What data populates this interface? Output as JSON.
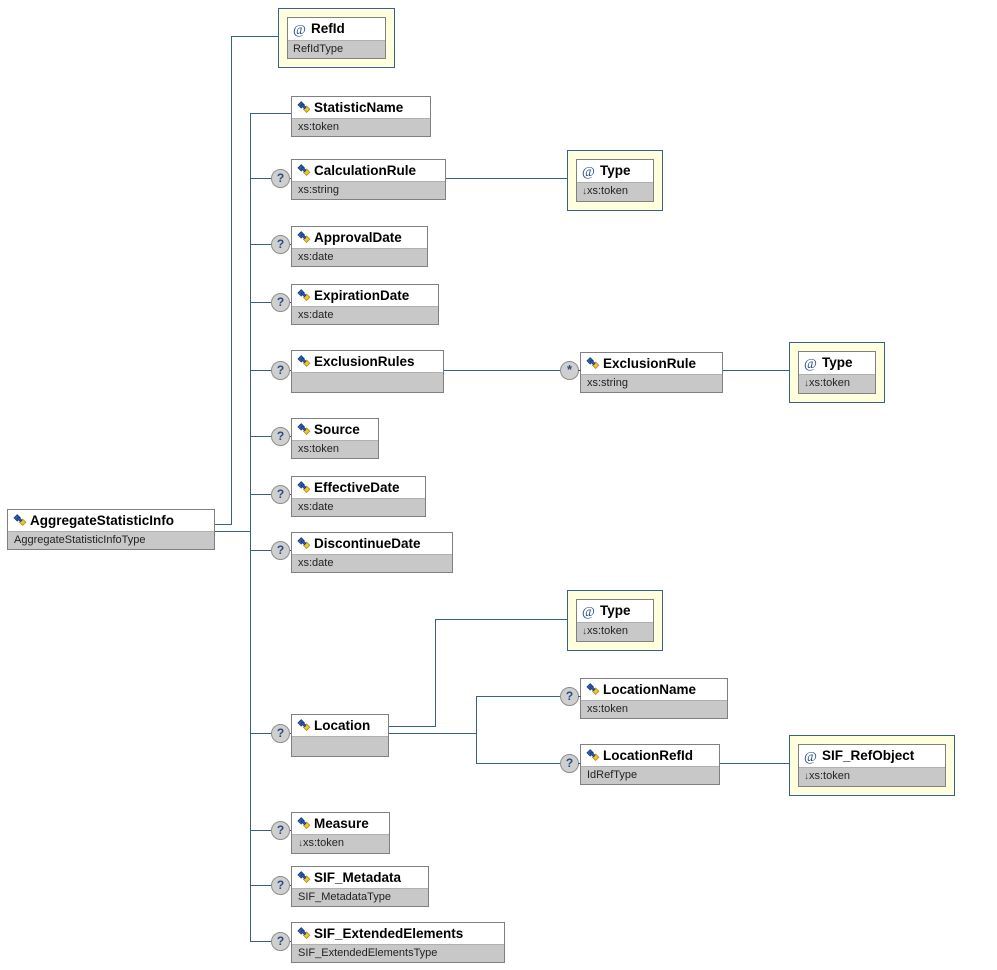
{
  "diagram": {
    "title": "AggregateStatisticInfo",
    "colors": {
      "line": "#36618c",
      "attribute_frame": "#36618c",
      "attribute_fill": "#ffffdd",
      "type_bar": "#c8c8c8",
      "box_border": "#808080",
      "badge_fill": "#cfcfcf",
      "icon_blue": "#1f4e9c",
      "icon_yellow": "#f2c438"
    },
    "badges": {
      "optional": "?",
      "repeating": "*"
    },
    "icons": {
      "element": "element-icon",
      "attribute": "at-icon",
      "derived": "down-arrow-icon"
    }
  },
  "root": {
    "name": "AggregateStatisticInfo",
    "type": "AggregateStatisticInfoType",
    "kind": "element"
  },
  "attributes": [
    {
      "name": "RefId",
      "type": "RefIdType",
      "kind": "attribute",
      "derived": false,
      "occurrence": ""
    }
  ],
  "children": [
    {
      "name": "StatisticName",
      "type": "xs:token",
      "kind": "element",
      "derived": false,
      "occurrence": ""
    },
    {
      "name": "CalculationRule",
      "type": "xs:string",
      "kind": "element",
      "derived": false,
      "occurrence": "?"
    },
    {
      "name": "ApprovalDate",
      "type": "xs:date",
      "kind": "element",
      "derived": false,
      "occurrence": "?"
    },
    {
      "name": "ExpirationDate",
      "type": "xs:date",
      "kind": "element",
      "derived": false,
      "occurrence": "?"
    },
    {
      "name": "ExclusionRules",
      "type": "",
      "kind": "element",
      "derived": false,
      "occurrence": "?"
    },
    {
      "name": "Source",
      "type": "xs:token",
      "kind": "element",
      "derived": false,
      "occurrence": "?"
    },
    {
      "name": "EffectiveDate",
      "type": "xs:date",
      "kind": "element",
      "derived": false,
      "occurrence": "?"
    },
    {
      "name": "DiscontinueDate",
      "type": "xs:date",
      "kind": "element",
      "derived": false,
      "occurrence": "?"
    },
    {
      "name": "Location",
      "type": "",
      "kind": "element",
      "derived": false,
      "occurrence": "?"
    },
    {
      "name": "Measure",
      "type": "xs:token",
      "kind": "element",
      "derived": true,
      "occurrence": "?"
    },
    {
      "name": "SIF_Metadata",
      "type": "SIF_MetadataType",
      "kind": "element",
      "derived": false,
      "occurrence": "?"
    },
    {
      "name": "SIF_ExtendedElements",
      "type": "SIF_ExtendedElementsType",
      "kind": "element",
      "derived": false,
      "occurrence": "?"
    }
  ],
  "calculation_rule_attrs": [
    {
      "name": "Type",
      "type": "xs:token",
      "kind": "attribute",
      "derived": true,
      "occurrence": ""
    }
  ],
  "exclusion_rules_children": [
    {
      "name": "ExclusionRule",
      "type": "xs:string",
      "kind": "element",
      "derived": false,
      "occurrence": "*"
    }
  ],
  "exclusion_rule_attrs": [
    {
      "name": "Type",
      "type": "xs:token",
      "kind": "attribute",
      "derived": true,
      "occurrence": ""
    }
  ],
  "location_attrs": [
    {
      "name": "Type",
      "type": "xs:token",
      "kind": "attribute",
      "derived": true,
      "occurrence": ""
    }
  ],
  "location_children": [
    {
      "name": "LocationName",
      "type": "xs:token",
      "kind": "element",
      "derived": false,
      "occurrence": "?"
    },
    {
      "name": "LocationRefId",
      "type": "IdRefType",
      "kind": "element",
      "derived": false,
      "occurrence": "?"
    }
  ],
  "location_refid_attrs": [
    {
      "name": "SIF_RefObject",
      "type": "xs:token",
      "kind": "attribute",
      "derived": true,
      "occurrence": ""
    }
  ]
}
